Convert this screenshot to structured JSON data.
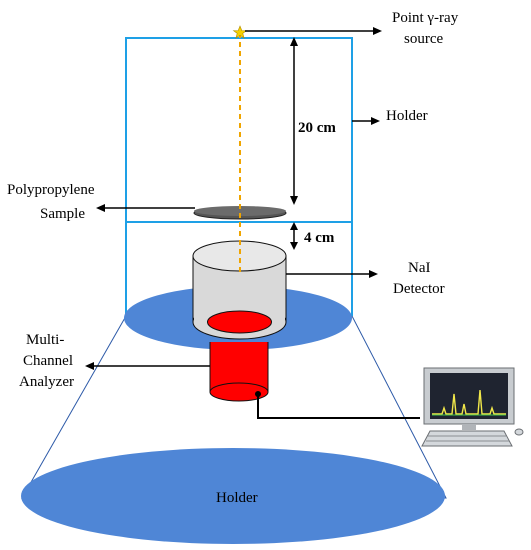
{
  "labels": {
    "source_line1": "Point γ-ray",
    "source_line2": "source",
    "holder_top": "Holder",
    "distance_20": "20 cm",
    "distance_4": "4 cm",
    "sample_line1": "Polypropylene",
    "sample_line2": "Sample",
    "detector_line1": "NaI",
    "detector_line2": "Detector",
    "mca_line1": "Multi-",
    "mca_line2": "Channel",
    "mca_line3": "Analyzer",
    "holder_bottom": "Holder"
  },
  "colors": {
    "frame": "#1ea0e6",
    "disc": "#4f86d6",
    "beam": "#f0a500",
    "source": "#f5d000",
    "cylinder_fill": "#d9d9d9",
    "red": "#ff0000",
    "sample": "#555555"
  }
}
